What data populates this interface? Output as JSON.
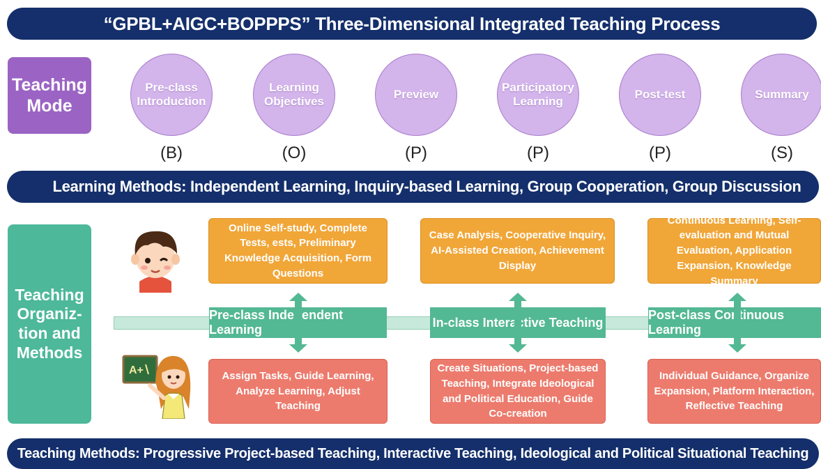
{
  "header": {
    "title": "“GPBL+AIGC+BOPPPS” Three-Dimensional Integrated Teaching Process"
  },
  "teaching_mode": {
    "label": "Teaching Mode",
    "phases": [
      {
        "name": "Pre-class Introduction",
        "letter": "(B)"
      },
      {
        "name": "Learning Objectives",
        "letter": "(O)"
      },
      {
        "name": "Preview",
        "letter": "(P)"
      },
      {
        "name": "Participatory Learning",
        "letter": "(P)"
      },
      {
        "name": "Post-test",
        "letter": "(P)"
      },
      {
        "name": "Summary",
        "letter": "(S)"
      }
    ]
  },
  "learning_methods": "Learning Methods: Independent Learning, Inquiry-based Learning, Group Cooperation, Group Discussion",
  "organization": {
    "label": "Teaching Organiz-tion and Methods",
    "stages": [
      {
        "name": "Pre-class Independent Learning",
        "student": "Online Self-study, Complete Tests, ests, Preliminary Knowledge Acquisition, Form Questions",
        "teacher": "Assign Tasks, Guide Learning, Analyze Learning, Adjust Teaching"
      },
      {
        "name": "In-class Interactive Teaching",
        "student": "Case Analysis, Cooperative Inquiry, AI-Assisted Creation, Achievement Display",
        "teacher": "Create Situations, Project-based Teaching, Integrate Ideological and Political Education, Guide Co-creation"
      },
      {
        "name": "Post-class Continuous Learning",
        "student": "Continuous Learning, Self-evaluation and Mutual Evaluation, Application Expansion, Knowledge Summary",
        "teacher": "Individual Guidance, Organize Expansion, Platform Interaction, Reflective Teaching"
      }
    ]
  },
  "teaching_methods": "Teaching Methods: Progressive Project-based Teaching, Interactive Teaching, Ideological and Political Situational Teaching",
  "colors": {
    "navy": "#142f6b",
    "purple": "#9b64c4",
    "lavender": "#d3b4eb",
    "green": "#53b894",
    "orange": "#f1a638",
    "red": "#ec7b6d"
  },
  "icons": {
    "student": "student-avatar-icon",
    "teacher": "teacher-at-blackboard-icon",
    "arrows": "double-arrow-icon"
  },
  "blackboard_text": "A+"
}
